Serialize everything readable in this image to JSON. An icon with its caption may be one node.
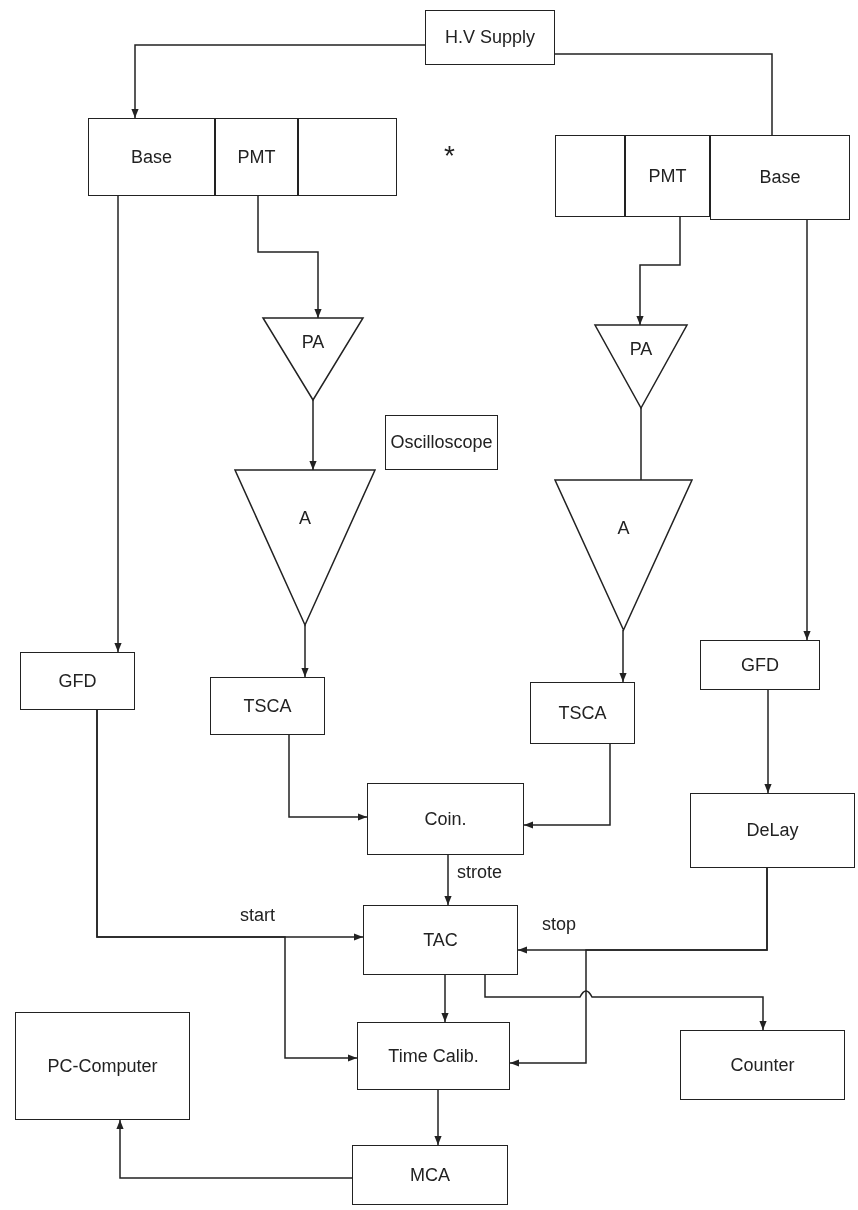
{
  "diagram": {
    "nodes": [
      {
        "text": [
          "H.V Supply"
        ]
      },
      {
        "text": [
          "Base"
        ]
      },
      {
        "text": [
          "PMT"
        ]
      },
      {
        "text": [],
        "shape": "box"
      },
      {
        "text": [],
        "shape": "box"
      },
      {
        "text": [
          "PMT"
        ]
      },
      {
        "text": [
          "Base"
        ]
      },
      {
        "text": [
          "PA"
        ]
      },
      {
        "text": [
          "PA"
        ]
      },
      {
        "text": [
          "Oscilloscope"
        ]
      },
      {
        "text": [
          "A"
        ]
      },
      {
        "text": [
          "A"
        ]
      },
      {
        "text": [
          "GFD"
        ]
      },
      {
        "text": [
          "TSCA"
        ]
      },
      {
        "text": [
          "TSCA"
        ]
      },
      {
        "text": [
          "GFD"
        ]
      },
      {
        "text": [
          "Coin."
        ]
      },
      {
        "text": [
          "DeLay"
        ]
      },
      {
        "text": [
          "TAC"
        ]
      },
      {
        "text": [
          "Time Calib."
        ]
      },
      {
        "text": [
          "Counter"
        ]
      },
      {
        "text": [
          "PC-Computer"
        ]
      },
      {
        "text": [
          "MCA"
        ]
      }
    ],
    "edges": [
      {
        "from": 0,
        "to": 1,
        "arrow": "to"
      },
      {
        "from": 0,
        "to": 6,
        "arrow": "none"
      },
      {
        "from": 2,
        "to": 7,
        "arrow": "to"
      },
      {
        "from": 5,
        "to": 8,
        "arrow": "to"
      },
      {
        "from": 7,
        "to": 10,
        "arrow": "to"
      },
      {
        "from": 8,
        "to": 11,
        "arrow": "none"
      },
      {
        "from": 10,
        "to": 13,
        "arrow": "to"
      },
      {
        "from": 11,
        "to": 14,
        "arrow": "to"
      },
      {
        "from": 1,
        "to": 12,
        "arrow": "to"
      },
      {
        "from": 6,
        "to": 15,
        "arrow": "to"
      },
      {
        "from": 13,
        "to": 16,
        "arrow": "to"
      },
      {
        "from": 14,
        "to": 16,
        "arrow": "to"
      },
      {
        "from": 15,
        "to": 17,
        "arrow": "to"
      },
      {
        "from": 16,
        "to": 18,
        "arrow": "to",
        "label": "strote"
      },
      {
        "from": 12,
        "to": 18,
        "arrow": "to",
        "label": "start"
      },
      {
        "from": 17,
        "to": 18,
        "arrow": "to",
        "label": "stop"
      },
      {
        "from": 12,
        "to": 19,
        "arrow": "to"
      },
      {
        "from": 17,
        "to": 19,
        "arrow": "to"
      },
      {
        "from": 18,
        "to": 19,
        "arrow": "to"
      },
      {
        "from": 18,
        "to": 20,
        "arrow": "to"
      },
      {
        "from": 19,
        "to": 22,
        "arrow": "to"
      },
      {
        "from": 22,
        "to": 21,
        "arrow": "to"
      }
    ],
    "labels": [
      "*"
    ]
  }
}
